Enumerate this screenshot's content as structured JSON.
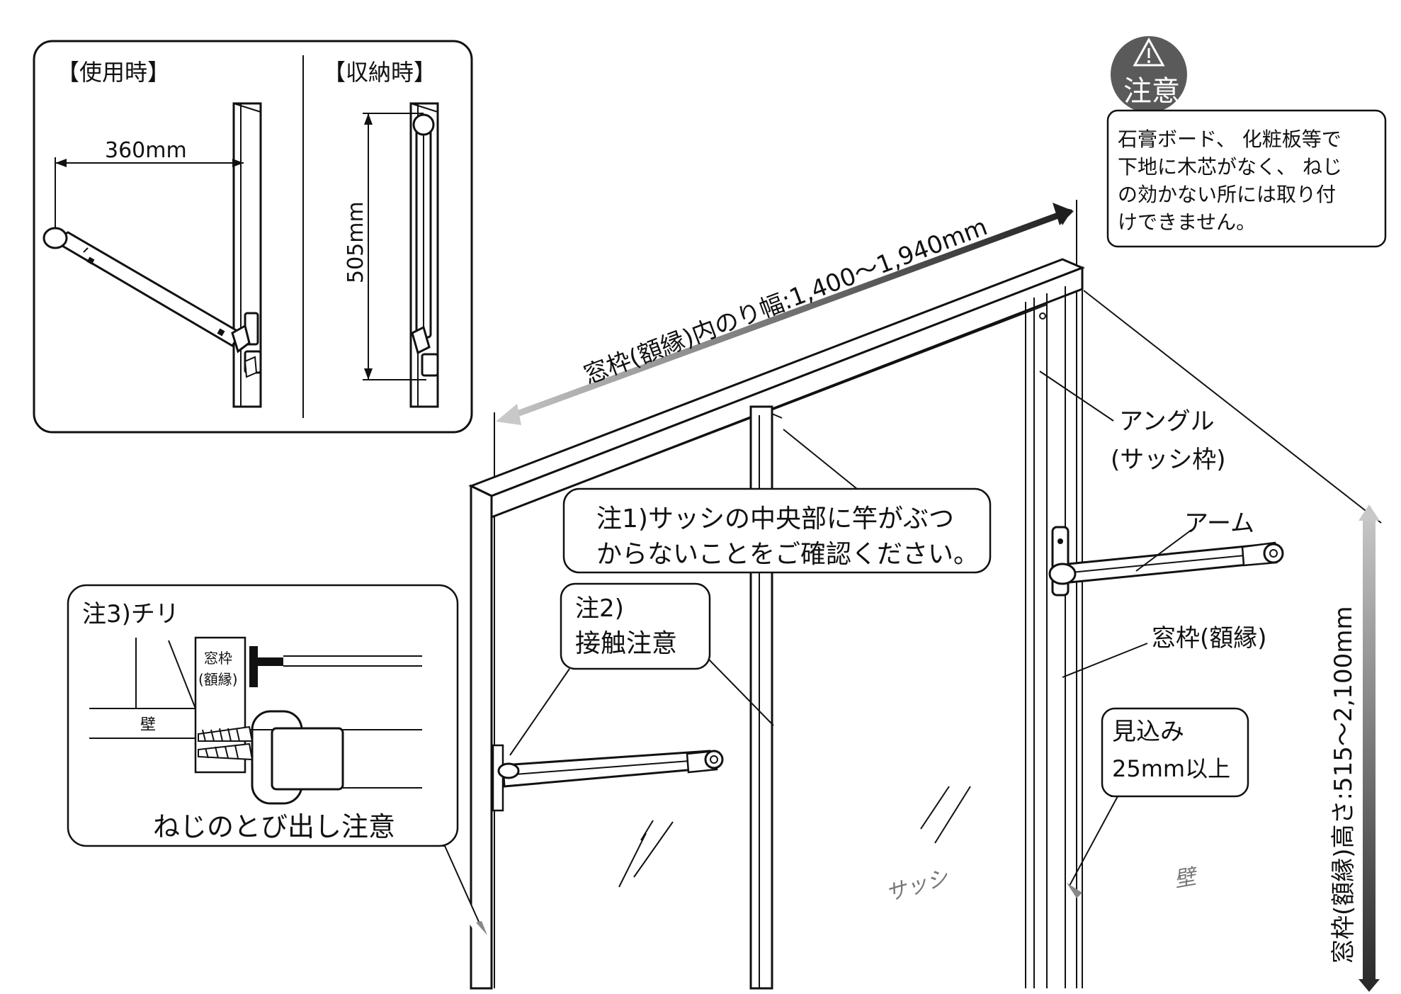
{
  "inset": {
    "in_use_label": "【使用時】",
    "stored_label": "【収納時】",
    "width_dim": "360mm",
    "height_dim": "505mm"
  },
  "caution": {
    "icon": "warning-triangle-icon",
    "badge_text": "注意",
    "lines": [
      "石膏ボード、 化粧板等で",
      "下地に木芯がなく、 ねじ",
      "の効かない所には取り付",
      "けできません。"
    ]
  },
  "dimensions": {
    "inner_width": "窓枠(額縁)内のり幅:1,400〜1,940mm",
    "height": "窓枠(額縁)高さ:515〜2,100mm"
  },
  "labels": {
    "angle": "アングル",
    "sash_frame": "(サッシ枠)",
    "arm": "アーム",
    "window_frame": "窓枠(額縁)",
    "depth": "見込み",
    "depth_value": "25mm以上",
    "sash": "サッシ",
    "wall": "壁"
  },
  "note1": {
    "lines": [
      "注1)サッシの中央部に竿がぶつ",
      "からないことをご確認ください。"
    ]
  },
  "note2": {
    "lines": [
      "注2)",
      "接触注意"
    ]
  },
  "note3": {
    "title": "注3)チリ",
    "frame_label_1": "窓枠",
    "frame_label_2": "(額縁)",
    "wall": "壁",
    "screw_caution": "ねじのとび出し注意"
  },
  "colors": {
    "badge_bg": "#5a5a5a",
    "arrow_dark": "#222222",
    "arrow_light": "#bdbdbd"
  }
}
